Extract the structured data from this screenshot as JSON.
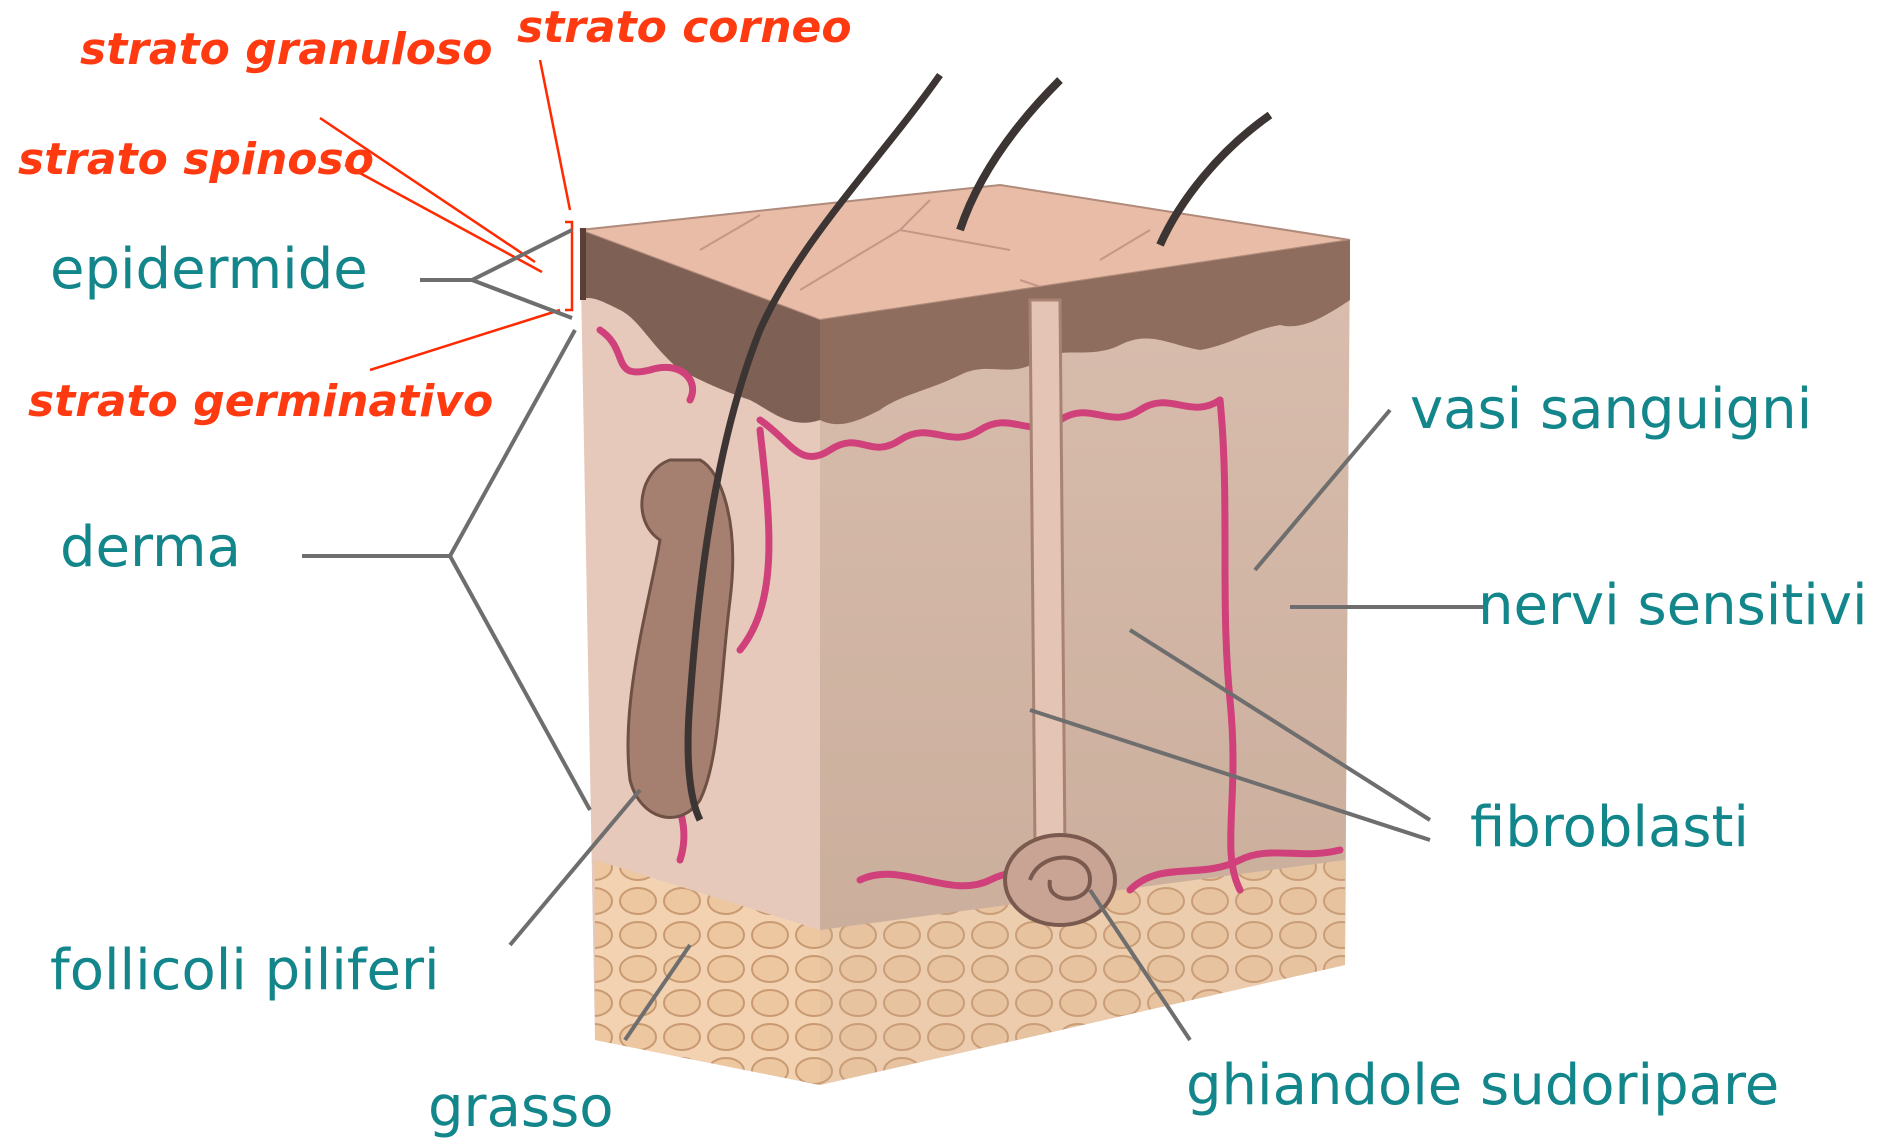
{
  "labels": {
    "strato_granuloso": "strato granuloso",
    "strato_corneo": "strato corneo",
    "strato_spinoso": "strato spinoso",
    "epidermide": "epidermide",
    "strato_germinativo": "strato germinativo",
    "derma": "derma",
    "follicoli_piliferi": "follicoli piliferi",
    "grasso": "grasso",
    "vasi_sanguigni": "vasi sanguigni",
    "nervi_sensitivi": "nervi sensitivi",
    "fibroblasti": "fibroblasti",
    "ghiandole_sudoripare": "ghiandole sudoripare"
  },
  "colors": {
    "layer_label": "#ff3a10",
    "structure_label": "#12868a",
    "leader_line_layers": "#ff2a00",
    "leader_line_structures": "#6e6e6e",
    "skin_surface": "#e6b8a4",
    "epidermis": "#8a6a5c",
    "dermis": "#dcc2b2",
    "blood_vessels": "#d0407a",
    "fat": "#e8c49c"
  },
  "illustration": "skin-cross-section"
}
